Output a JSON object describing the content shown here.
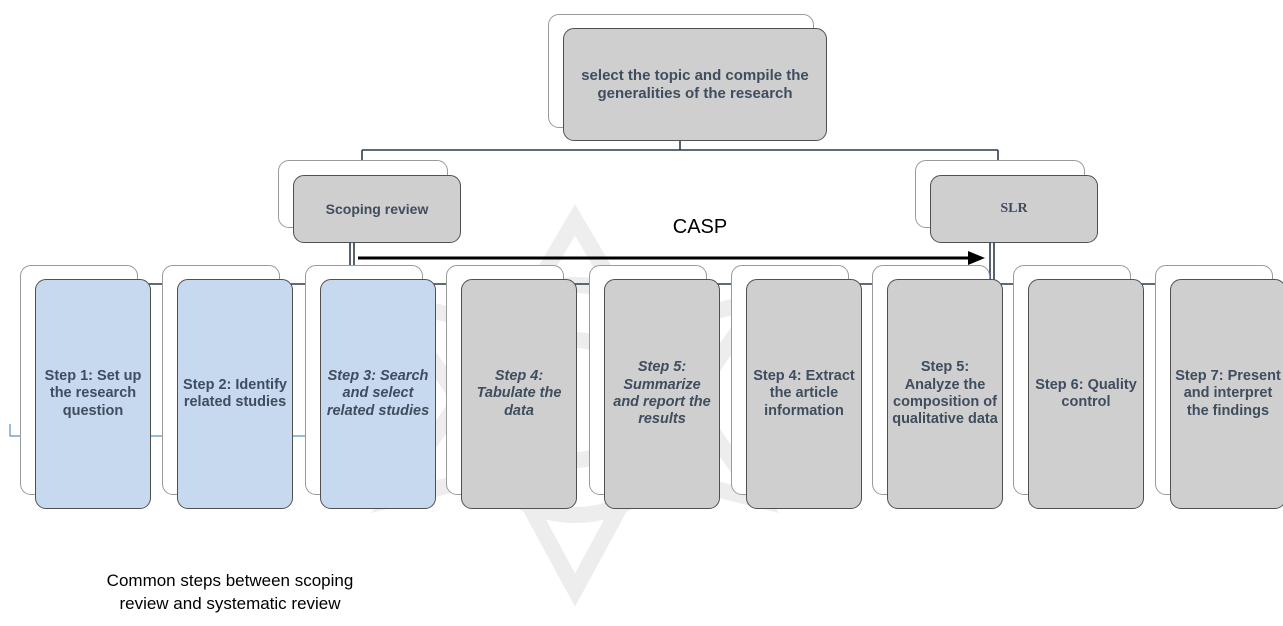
{
  "colors": {
    "common_step_fill": "#c6d9ee",
    "other_step_fill": "#cfcfcf",
    "box_text": "#3f4d5e",
    "connector": "#2b3a4d",
    "brace": "#5b8fc7"
  },
  "top_node": {
    "label": "select the topic and compile the generalities of the research"
  },
  "branches": {
    "scoping": {
      "label": "Scoping review"
    },
    "slr": {
      "label": "SLR"
    }
  },
  "casp": {
    "label": "CASP"
  },
  "steps": [
    {
      "label": "Step 1: Set up the research question",
      "style": "blue"
    },
    {
      "label": "Step 2: Identify related studies",
      "style": "blue"
    },
    {
      "label": "Step 3: Search and select related studies",
      "style": "blue",
      "italic": true
    },
    {
      "label": "Step 4: Tabulate the data",
      "style": "gray",
      "italic": true
    },
    {
      "label": "Step 5: Summarize and report the results",
      "style": "gray",
      "italic": true
    },
    {
      "label": "Step 4: Extract the article information",
      "style": "gray"
    },
    {
      "label": "Step 5: Analyze the composition of qualitative data",
      "style": "gray"
    },
    {
      "label": "Step 6: Quality control",
      "style": "gray"
    },
    {
      "label": "Step 7: Present and interpret the findings",
      "style": "gray"
    }
  ],
  "common_note": {
    "line1": "Common steps between scoping",
    "line2": "review and systematic review"
  }
}
